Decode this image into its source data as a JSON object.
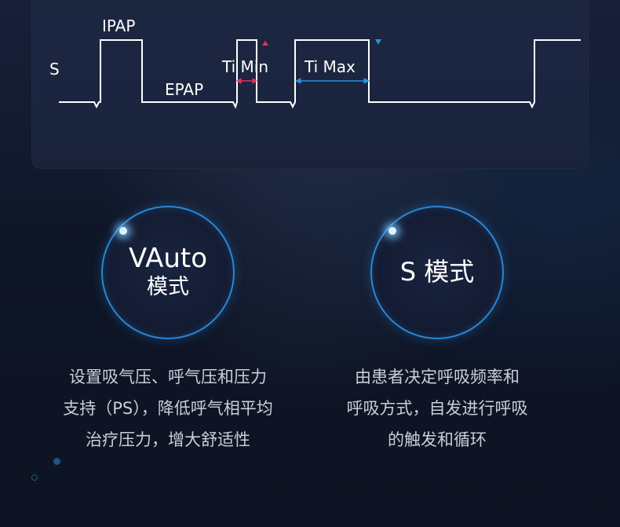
{
  "waveform": {
    "labels": {
      "mode": "S",
      "ipap": "IPAP",
      "epap": "EPAP",
      "ti_min": "Ti Min",
      "ti_max": "Ti Max"
    },
    "colors": {
      "line": "#ffffff",
      "ti_min_marker": "#e8335a",
      "ti_max_marker": "#2a92e0"
    }
  },
  "modes": [
    {
      "title_main": "VAuto",
      "title_sub": "模式",
      "desc_lines": [
        "设置吸气压、呼气压和压力",
        "支持（PS），降低呼气相平均",
        "治疗压力，增大舒适性"
      ]
    },
    {
      "title": "S 模式",
      "desc_lines": [
        "由患者决定呼吸频率和",
        "呼吸方式，自发进行呼吸",
        "的触发和循环"
      ]
    }
  ],
  "colors": {
    "accent": "#2a86d6",
    "background": "#0e1424"
  }
}
